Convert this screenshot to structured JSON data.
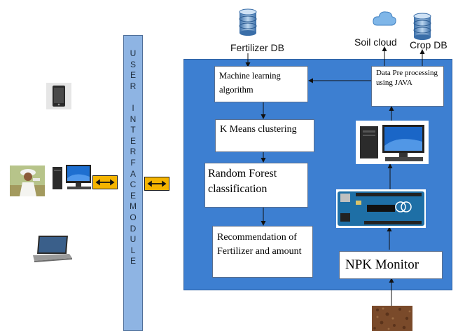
{
  "labels": {
    "fertilizer_db": "Fertilizer DB",
    "soil_cloud": "Soil cloud",
    "crop_db": "Crop DB"
  },
  "ui_module": {
    "letters": [
      "U",
      "S",
      "E",
      "R",
      " ",
      "I",
      "N",
      "T",
      "E",
      "R",
      "F",
      "A",
      "C",
      "E",
      "M",
      "O",
      "D",
      "U",
      "L",
      "E"
    ]
  },
  "boxes": {
    "ml": "Machine learning algorithm",
    "kmeans": "K Means clustering",
    "rf": "Random Forest classification",
    "rec": "Recommendation of Fertilizer and amount",
    "dpp": "Data Pre processing using JAVA",
    "npk": "NPK Monitor"
  },
  "icons": [
    "database-icon",
    "cloud-icon",
    "smartphone-icon",
    "farmer-icon",
    "desktop-computer-icon",
    "laptop-icon",
    "arduino-board-icon",
    "soil-sample-icon"
  ],
  "colors": {
    "panel_blue": "#3d7fd1",
    "ui_strip": "#8eb4e3",
    "arrow_yellow": "#f5b400"
  }
}
